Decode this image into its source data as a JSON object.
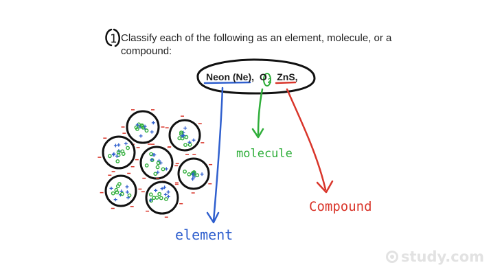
{
  "question": {
    "number": "1",
    "line1": "Classify each of the following as an element, molecule, or a",
    "line2": "compound:"
  },
  "formula": {
    "neon": "Neon (Ne),",
    "oxygen": "O",
    "zns": "ZnS,"
  },
  "annotations": {
    "subscript": "2",
    "molecule": "molecule",
    "compound": "Compound",
    "element": "element"
  },
  "colors": {
    "blue": "#2f5fce",
    "green": "#2fae3a",
    "red": "#d9352a",
    "ink": "#111111"
  },
  "watermark": {
    "text": "study.com",
    "icon": "study-logo-icon"
  }
}
